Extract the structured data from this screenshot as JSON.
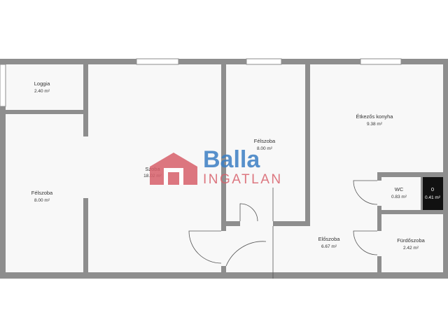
{
  "rooms": {
    "loggia": {
      "name": "Loggia",
      "area": "2.40 m²"
    },
    "felszoba_left": {
      "name": "Félszoba",
      "area": "8.00 m²"
    },
    "szoba": {
      "name": "Szoba",
      "area": "18.02 m²"
    },
    "felszoba_mid": {
      "name": "Félszoba",
      "area": "8.00 m²"
    },
    "etkezos_konyha": {
      "name": "Étkezős konyha",
      "area": "9.38 m²"
    },
    "wc": {
      "name": "WC",
      "area": "0.83 m²"
    },
    "shaft": {
      "name": "0",
      "area": "0.41 m²"
    },
    "eloszoba": {
      "name": "Előszoba",
      "area": "6.67 m²"
    },
    "furdoszoba": {
      "name": "Fürdőszoba",
      "area": "2.42 m²"
    }
  },
  "logo": {
    "main": "Balla",
    "sub": "INGATLAN"
  },
  "colors": {
    "wall": "#8e8e8e",
    "room_fill": "#f8f8f8",
    "shaft_fill": "#111111",
    "logo_blue": "#3b7fc4",
    "logo_red": "#d8606b"
  }
}
